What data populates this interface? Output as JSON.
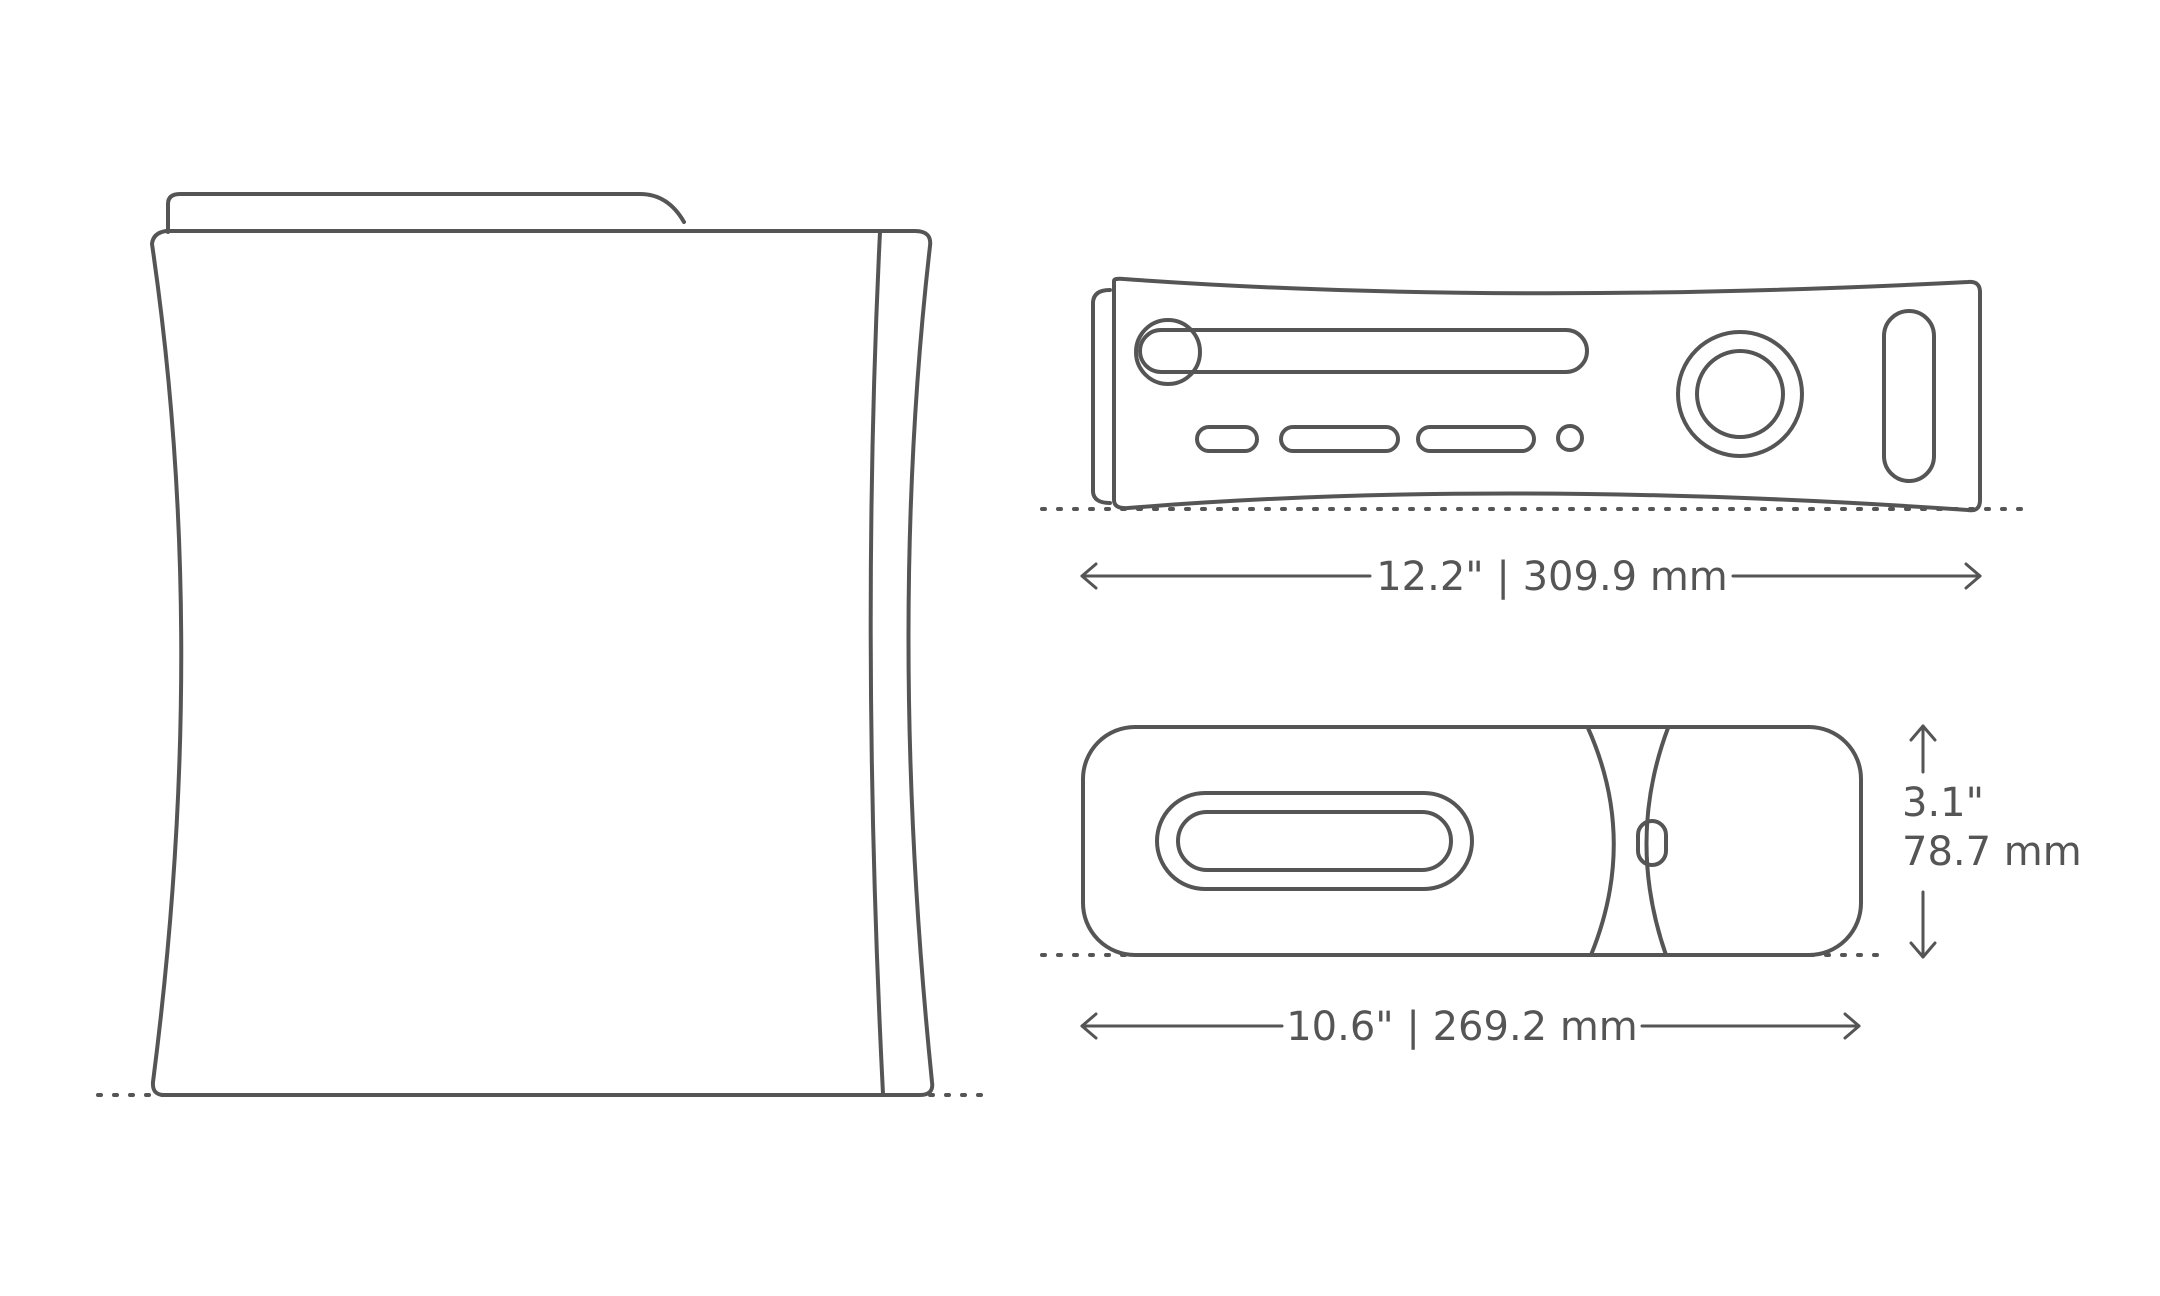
{
  "dimensions": {
    "width_label": "12.2\" | 309.9 mm",
    "depth_label": "10.6\" | 269.2 mm",
    "height_inches": "3.1\"",
    "height_mm": "78.7 mm"
  }
}
